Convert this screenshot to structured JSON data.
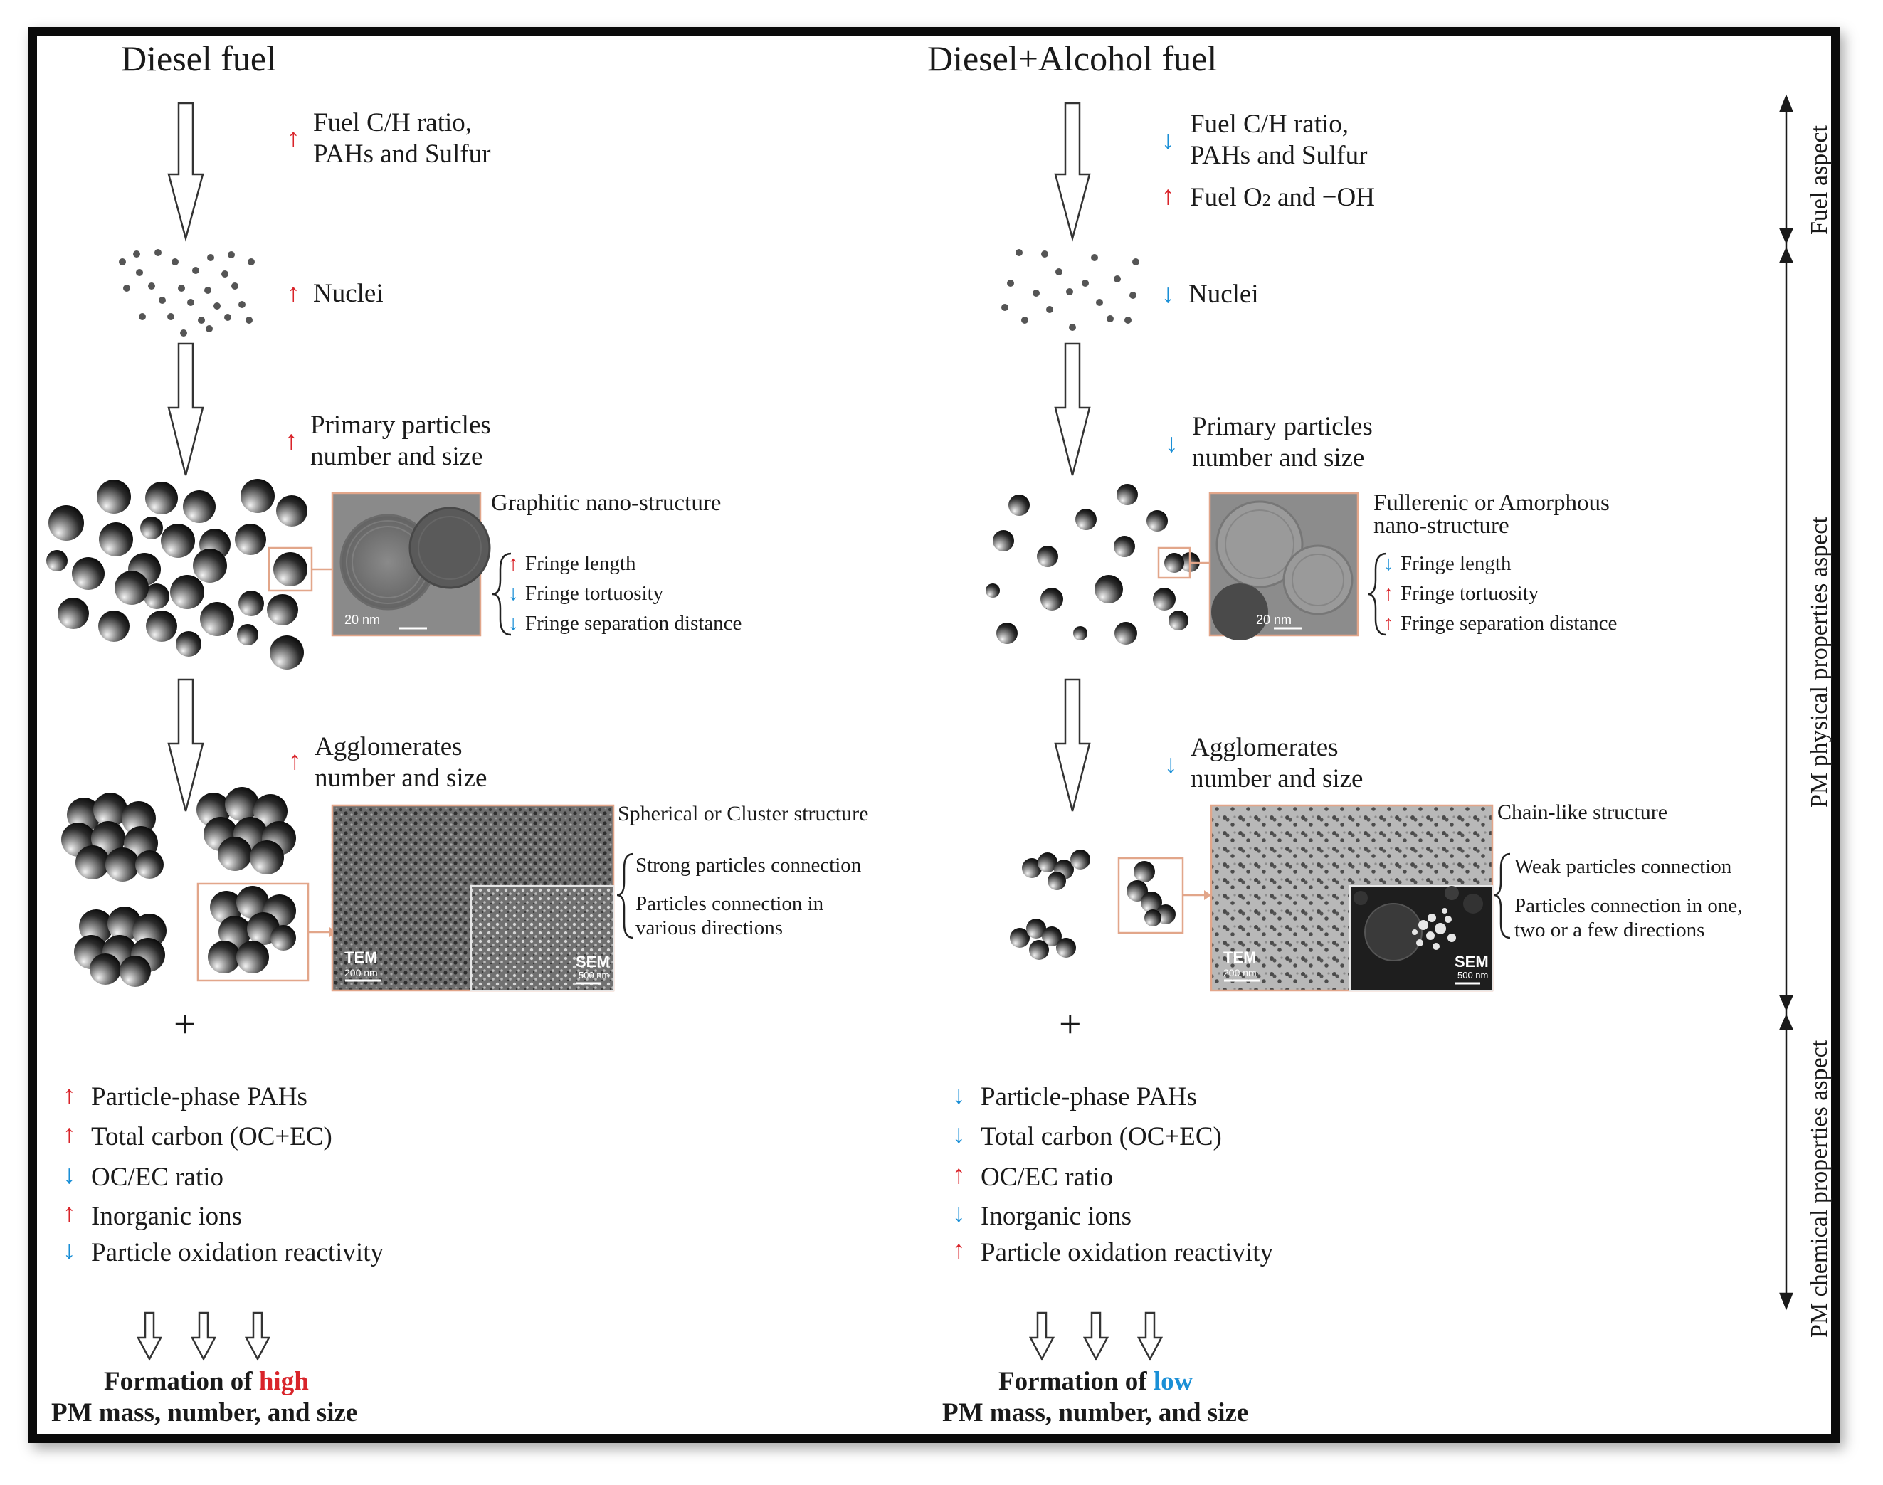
{
  "left": {
    "title": "Diesel fuel",
    "fuel": [
      "Fuel C/H ratio,",
      "PAHs and Sulfur"
    ],
    "nuclei": "Nuclei",
    "primary": [
      "Primary particles",
      "number and size"
    ],
    "nano_title": "Graphitic nano-structure",
    "fringes": [
      "Fringe length",
      "Fringe tortuosity",
      "Fringe separation distance"
    ],
    "tem_scale": "20 nm",
    "agglom": [
      "Agglomerates",
      "number and size"
    ],
    "struct_title": "Spherical or Cluster structure",
    "conn": [
      "Strong particles connection",
      "Particles connection in",
      "various directions"
    ],
    "tem_label": "TEM",
    "tem_bar": "200 nm",
    "sem_label": "SEM",
    "sem_bar": "500 nm",
    "plus": "+",
    "chem": [
      "Particle-phase PAHs",
      "Total carbon (OC+EC)",
      "OC/EC ratio",
      "Inorganic ions",
      "Particle oxidation reactivity"
    ],
    "formation_prefix": "Formation of ",
    "formation_word": "high",
    "formation_line2": "PM mass, number, and size"
  },
  "right": {
    "title": "Diesel+Alcohol fuel",
    "fuel": [
      "Fuel C/H ratio,",
      "PAHs and Sulfur"
    ],
    "fuel_o2_a": "Fuel O",
    "fuel_o2_sub": "2",
    "fuel_o2_b": " and −OH",
    "nuclei": "Nuclei",
    "primary": [
      "Primary particles",
      "number and size"
    ],
    "nano_title": [
      "Fullerenic or Amorphous",
      "nano-structure"
    ],
    "fringes": [
      "Fringe length",
      "Fringe tortuosity",
      "Fringe separation distance"
    ],
    "tem_scale": "20 nm",
    "agglom": [
      "Agglomerates",
      "number and size"
    ],
    "struct_title": "Chain-like structure",
    "conn": [
      "Weak particles connection",
      "Particles connection in one,",
      "two or a few directions"
    ],
    "tem_label": "TEM",
    "tem_bar": "200 nm",
    "sem_label": "SEM",
    "sem_bar": "500 nm",
    "plus": "+",
    "chem": [
      "Particle-phase PAHs",
      "Total carbon (OC+EC)",
      "OC/EC ratio",
      "Inorganic ions",
      "Particle oxidation reactivity"
    ],
    "formation_prefix": "Formation of ",
    "formation_word": "low",
    "formation_line2": "PM mass, number, and size"
  },
  "aspects": [
    "Fuel aspect",
    "PM physical properties aspect",
    "PM chemical properties aspect"
  ],
  "arrow_glyphs": {
    "up": "↑",
    "down": "↓"
  },
  "colors": {
    "increase": "#d9242a",
    "decrease": "#1a8fd6",
    "frame": "#0a0a0a",
    "callout": "#e2a68a"
  },
  "trends": {
    "left_fuel": "up",
    "right_fuel": "down",
    "right_o2": "up",
    "left_nuclei": "up",
    "right_nuclei": "down",
    "left_primary": "up",
    "right_primary": "down",
    "left_fringes": [
      "up",
      "down",
      "down"
    ],
    "right_fringes": [
      "down",
      "up",
      "up"
    ],
    "left_agglom": "up",
    "right_agglom": "down",
    "left_chem": [
      "up",
      "up",
      "down",
      "up",
      "down"
    ],
    "right_chem": [
      "down",
      "down",
      "up",
      "down",
      "up"
    ]
  }
}
